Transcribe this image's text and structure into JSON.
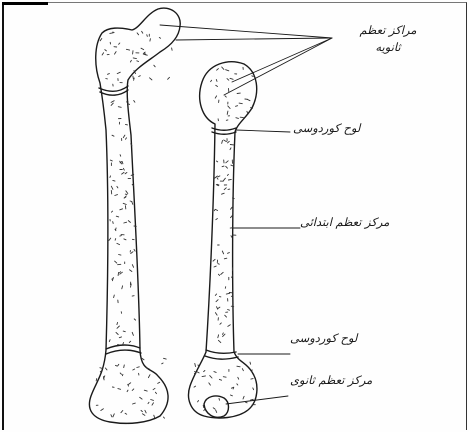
{
  "labels": {
    "secondary_centers": "مراکز تعظم\nثانویه",
    "epiphyseal_plate_top": "لوح کوردوسی",
    "primary_center": "مرکز تعظم ابتدائی",
    "epiphyseal_plate_bottom": "لوح کوردوسی",
    "secondary_center_bottom": "مرکز تعظم ثانوی"
  }
}
